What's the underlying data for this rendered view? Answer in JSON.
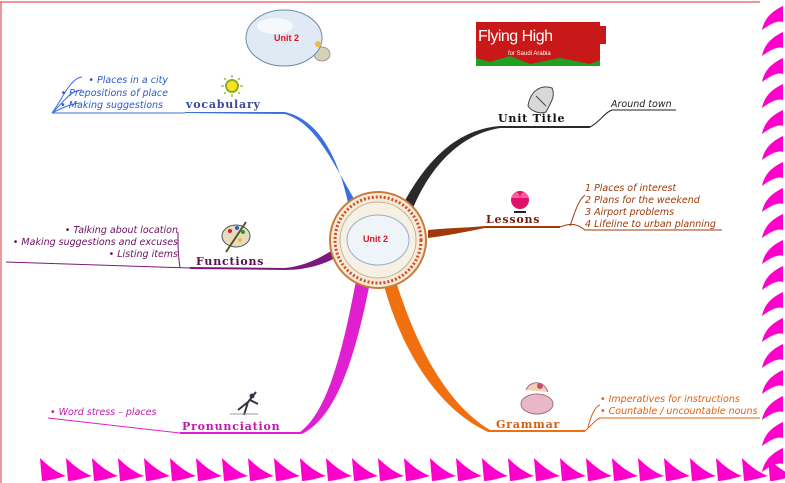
{
  "logo": {
    "title": "Flying High",
    "number": "1",
    "subtitle": "for Saudi Arabia"
  },
  "top_bubble": {
    "label": "Unit 2"
  },
  "center": {
    "label": "Unit 2"
  },
  "branches": {
    "vocabulary": {
      "title": "vocabulary",
      "color": "#3a6fe0",
      "items": [
        "• Places in a city",
        "• Prepositions of place",
        "• Making suggestions"
      ]
    },
    "functions": {
      "title": "Functions",
      "color": "#7a1a7a",
      "items": [
        "• Talking about location",
        "• Making suggestions and excuses",
        "• Listing items"
      ]
    },
    "pronunciation": {
      "title": "Pronunciation",
      "color": "#e020d0",
      "items": [
        "• Word stress – places"
      ]
    },
    "unit_title": {
      "title": "Unit Title",
      "color": "#222222",
      "items": [
        "Around town"
      ]
    },
    "lessons": {
      "title": "Lessons",
      "color": "#a03a0a",
      "items": [
        "1 Places of interest",
        "2 Plans for the weekend",
        "3 Airport problems",
        "4 Lifeline to urban planning"
      ]
    },
    "grammar": {
      "title": "Grammar",
      "color": "#e06010",
      "items": [
        "• Imperatives for instructions",
        "• Countable / uncountable nouns"
      ]
    }
  },
  "frame_color": "#ff00cc"
}
